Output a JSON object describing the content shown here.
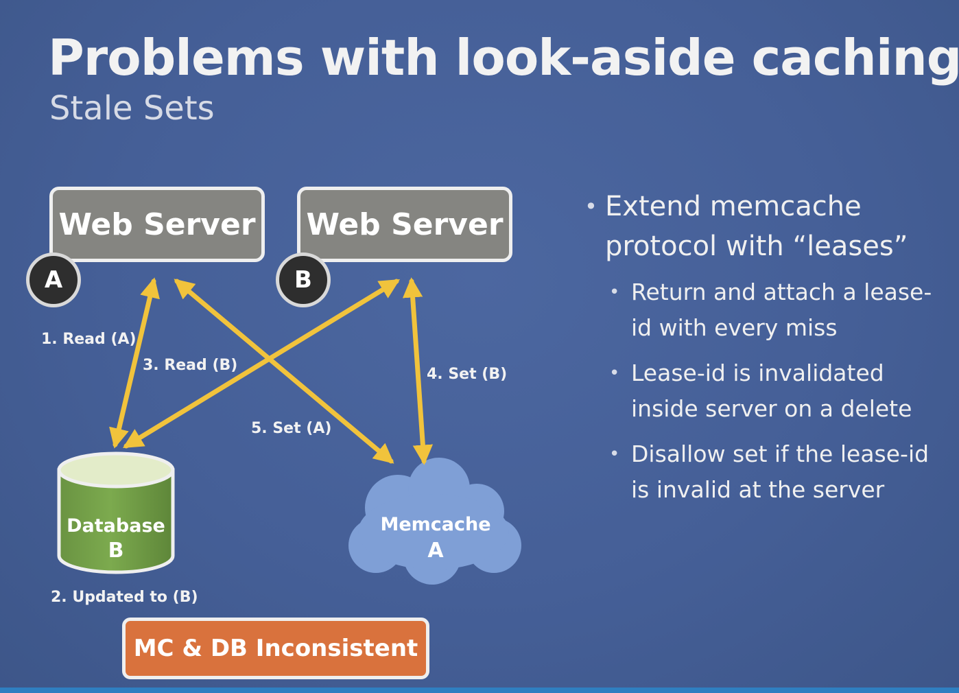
{
  "slide": {
    "title": "Problems with look-aside caching",
    "subtitle": "Stale Sets"
  },
  "diagram": {
    "web_server_a": {
      "label": "Web Server",
      "badge": "A"
    },
    "web_server_b": {
      "label": "Web Server",
      "badge": "B"
    },
    "database": {
      "label": "Database",
      "value": "B"
    },
    "memcache": {
      "label": "Memcache",
      "value": "A"
    },
    "arrows": {
      "read_a": "1. Read (A)",
      "updated_b": "2. Updated to (B)",
      "read_b": "3. Read (B)",
      "set_b": "4. Set (B)",
      "set_a": "5. Set (A)"
    },
    "status": "MC & DB Inconsistent"
  },
  "bullets": {
    "main": "Extend memcache protocol with “leases”",
    "sub": [
      "Return and attach a lease-id with every miss",
      "Lease-id is invalidated inside server on a delete",
      "Disallow set if the lease-id is invalid at the server"
    ]
  },
  "colors": {
    "background": "#455f97",
    "arrow": "#f1c33c",
    "server_fill": "#858581",
    "database_fill": "#75a04a",
    "memcache_fill": "#7f9fd6",
    "status_fill": "#d9723d"
  }
}
